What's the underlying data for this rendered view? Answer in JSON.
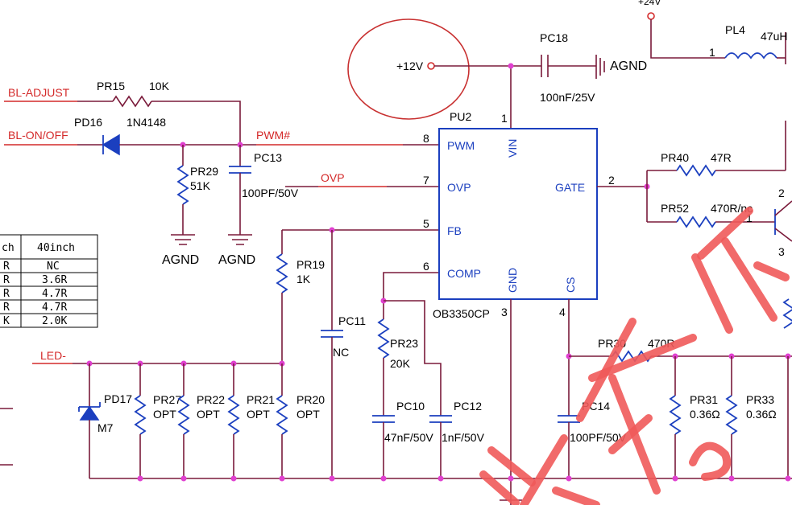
{
  "supply": {
    "v12": "+12V",
    "v24": "+24V",
    "agnd": "AGND"
  },
  "nets": {
    "bl_adjust": "BL-ADJUST",
    "bl_onoff": "BL-ON/OFF",
    "pwm": "PWM#",
    "ovp": "OVP",
    "led_minus": "LED-"
  },
  "ic": {
    "ref": "PU2",
    "part": "OB3350CP",
    "pins": {
      "pwm": "PWM",
      "ovp": "OVP",
      "fb": "FB",
      "comp": "COMP",
      "vin": "VIN",
      "gnd": "GND",
      "cs": "CS",
      "gate": "GATE"
    },
    "pin_numbers": {
      "pwm": "8",
      "ovp": "7",
      "fb": "5",
      "comp": "6",
      "vin": "1",
      "gnd": "3",
      "cs": "4",
      "gate": "2"
    }
  },
  "components": {
    "pr15": {
      "ref": "PR15",
      "value": "10K"
    },
    "pd16": {
      "ref": "PD16",
      "value": "1N4148"
    },
    "pr29": {
      "ref": "PR29",
      "value": "51K"
    },
    "pc13": {
      "ref": "PC13",
      "value": "100PF/50V"
    },
    "pc18": {
      "ref": "PC18",
      "value": "100nF/25V"
    },
    "pl4": {
      "ref": "PL4",
      "value": "47uH",
      "pin": "1"
    },
    "pr40": {
      "ref": "PR40",
      "value": "47R"
    },
    "pr52": {
      "ref": "PR52",
      "value": "470R/nc",
      "pin": "1"
    },
    "pr19": {
      "ref": "PR19",
      "value": "1K"
    },
    "pc11": {
      "ref": "PC11",
      "value": "NC"
    },
    "pr23": {
      "ref": "PR23",
      "value": "20K"
    },
    "pc10": {
      "ref": "PC10",
      "value": "47nF/50V"
    },
    "pc12": {
      "ref": "PC12",
      "value": "1nF/50V"
    },
    "pc14": {
      "ref": "PC14",
      "value": "100PF/50V"
    },
    "pr30": {
      "ref": "PR30",
      "value": "470R"
    },
    "pr31": {
      "ref": "PR31",
      "value": "0.36Ω"
    },
    "pr33": {
      "ref": "PR33",
      "value": "0.36Ω"
    },
    "pd17": {
      "ref": "PD17",
      "value": "M7"
    },
    "pr27": {
      "ref": "PR27",
      "value": "OPT"
    },
    "pr22": {
      "ref": "PR22",
      "value": "OPT"
    },
    "pr21": {
      "ref": "PR21",
      "value": "OPT"
    },
    "pr20": {
      "ref": "PR20",
      "value": "OPT"
    }
  },
  "q_pins": {
    "p2": "2",
    "p3": "3"
  },
  "table": {
    "headers": [
      "ch",
      "40inch"
    ],
    "rows": [
      [
        "R",
        "NC"
      ],
      [
        "R",
        "3.6R"
      ],
      [
        "R",
        "4.7R"
      ],
      [
        "R",
        "4.7R"
      ],
      [
        "K",
        "2.0K"
      ]
    ]
  }
}
